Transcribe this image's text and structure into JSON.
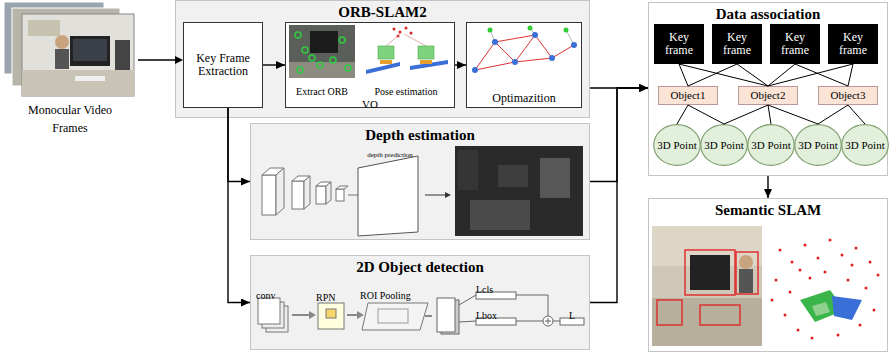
{
  "diagram": {
    "nodes": [
      {
        "text": [
          "ORB-SLAM2"
        ]
      },
      {
        "text": [
          "Key Frame Extraction"
        ],
        "in": 0
      },
      {
        "text": [
          "Extract ORB",
          "Pose estimation",
          "VO"
        ],
        "in": 0
      },
      {
        "text": [
          "Optimazition"
        ],
        "in": 0
      },
      {
        "text": [
          "Depth estimation"
        ]
      },
      {
        "text": [
          "2D Object detection"
        ]
      },
      {
        "text": [
          "Data association"
        ]
      },
      {
        "text": [
          "Key frame"
        ],
        "in": 6
      },
      {
        "text": [
          "Key frame"
        ],
        "in": 6
      },
      {
        "text": [
          "Key frame"
        ],
        "in": 6
      },
      {
        "text": [
          "Key frame"
        ],
        "in": 6
      },
      {
        "text": [
          "Object1"
        ],
        "in": 6
      },
      {
        "text": [
          "Object2"
        ],
        "in": 6
      },
      {
        "text": [
          "Object3"
        ],
        "in": 6
      },
      {
        "text": [
          "3D Point"
        ],
        "in": 6
      },
      {
        "text": [
          "3D Point"
        ],
        "in": 6
      },
      {
        "text": [
          "3D Point"
        ],
        "in": 6
      },
      {
        "text": [
          "3D Point"
        ],
        "in": 6
      },
      {
        "text": [
          "3D Point"
        ],
        "in": 6
      },
      {
        "text": [
          "Semantic SLAM"
        ]
      }
    ],
    "edges": [
      {
        "from": 1,
        "to": 2,
        "arrow": "to"
      },
      {
        "from": 2,
        "to": 3,
        "arrow": "to"
      },
      {
        "from": 1,
        "to": 4,
        "arrow": "to"
      },
      {
        "from": 1,
        "to": 5,
        "arrow": "to"
      },
      {
        "from": 0,
        "to": 6,
        "arrow": "to"
      },
      {
        "from": 4,
        "to": 6,
        "arrow": "to"
      },
      {
        "from": 5,
        "to": 6,
        "arrow": "to"
      },
      {
        "from": 7,
        "to": 11,
        "arrow": "none"
      },
      {
        "from": 7,
        "to": 12,
        "arrow": "none"
      },
      {
        "from": 8,
        "to": 11,
        "arrow": "none"
      },
      {
        "from": 8,
        "to": 12,
        "arrow": "none"
      },
      {
        "from": 9,
        "to": 12,
        "arrow": "none"
      },
      {
        "from": 9,
        "to": 13,
        "arrow": "none"
      },
      {
        "from": 10,
        "to": 12,
        "arrow": "none"
      },
      {
        "from": 10,
        "to": 13,
        "arrow": "none"
      },
      {
        "from": 11,
        "to": 14,
        "arrow": "none"
      },
      {
        "from": 11,
        "to": 15,
        "arrow": "none"
      },
      {
        "from": 12,
        "to": 15,
        "arrow": "none"
      },
      {
        "from": 12,
        "to": 16,
        "arrow": "none"
      },
      {
        "from": 12,
        "to": 17,
        "arrow": "none"
      },
      {
        "from": 13,
        "to": 17,
        "arrow": "none"
      },
      {
        "from": 13,
        "to": 18,
        "arrow": "none"
      },
      {
        "from": 6,
        "to": 19,
        "arrow": "to"
      }
    ],
    "labels": [
      "Monocular Video Frames",
      "depth prediction",
      "conv",
      "RPN",
      "ROI Pooling",
      "Lcls",
      "Lbox",
      "L"
    ]
  }
}
